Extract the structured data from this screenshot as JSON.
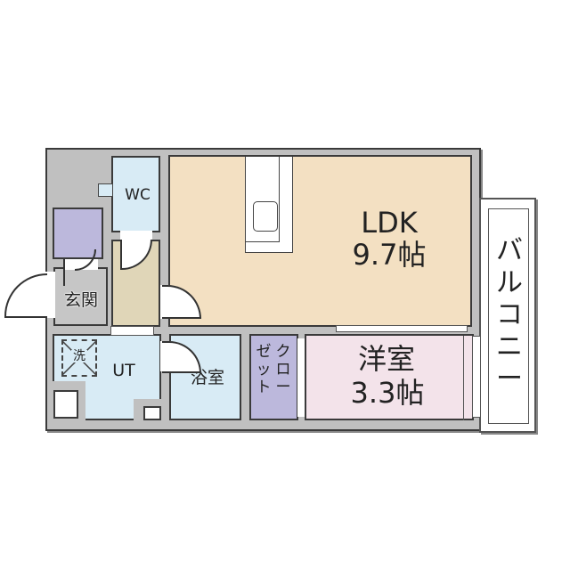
{
  "floor_plan": {
    "rooms": {
      "ldk": {
        "name": "LDK",
        "size": "9.7帖",
        "color": "#f3e0c2"
      },
      "western": {
        "name": "洋室",
        "size": "3.3帖",
        "color": "#f3e3ea"
      },
      "closet": {
        "name": "クローゼット",
        "line1": "クロー",
        "line2": "ゼット",
        "color": "#bcb8dc"
      },
      "wc": {
        "name": "WC",
        "color": "#d8ebf5"
      },
      "entrance": {
        "name": "玄関"
      },
      "utility": {
        "name": "UT",
        "color": "#d8ebf5"
      },
      "washer": {
        "name": "洗"
      },
      "bath": {
        "name": "浴室",
        "color": "#d8ebf5"
      },
      "balcony": {
        "name": "バルコニー",
        "chars": [
          "バ",
          "ル",
          "コ",
          "ニ",
          "ー"
        ]
      },
      "hall": {
        "color": "#e0d6b8"
      },
      "shoe_storage": {
        "color": "#bcb8dc"
      }
    },
    "colors": {
      "wall": "#c0c0c0",
      "line": "#3a3a3a"
    }
  }
}
